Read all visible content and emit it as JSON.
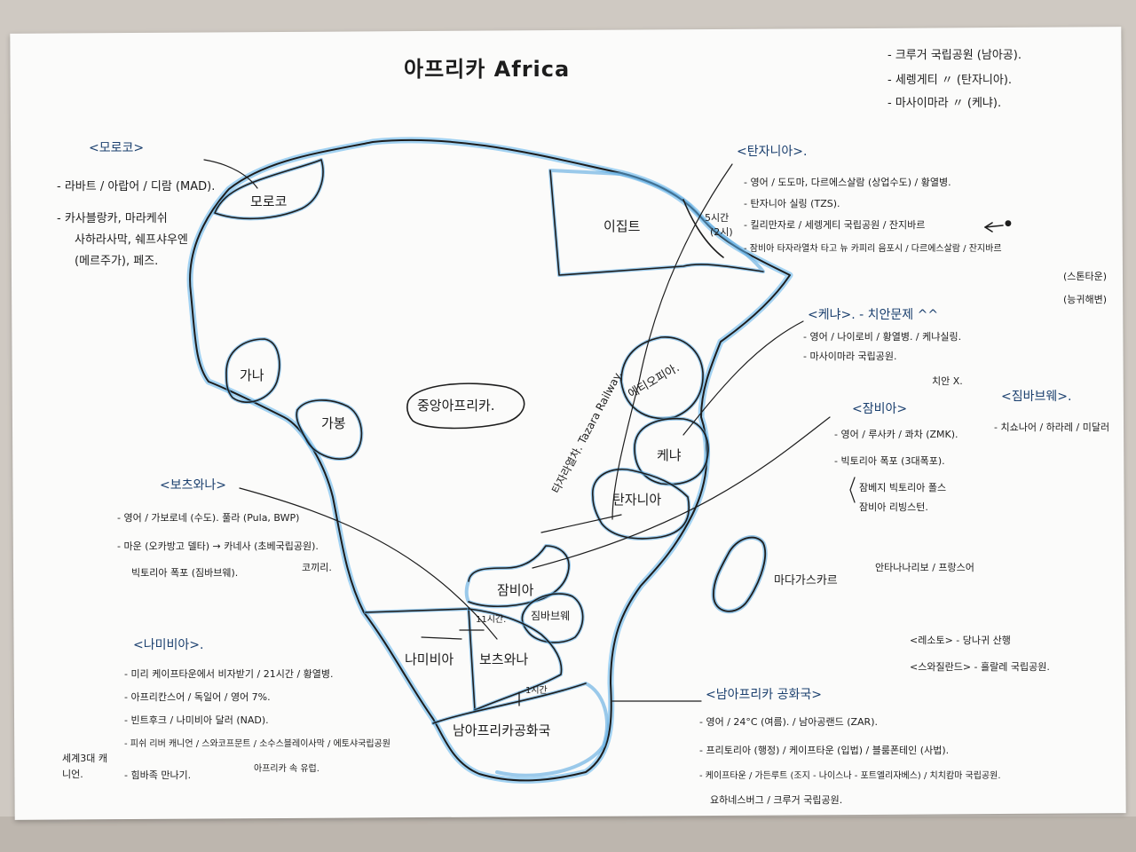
{
  "title": "아프리카 Africa",
  "parks": [
    "- 크루거 국립공원 (남아공).",
    "- 세렝게티 〃 (탄자니아).",
    "- 마사이마라 〃 (케냐)."
  ],
  "morocco": {
    "heading": "<모로코>",
    "lines": [
      "- 라바트 / 아랍어 / 디람 (MAD).",
      "- 카사블랑카, 마라케쉬",
      "사하라사막, 쉐프샤우엔",
      "(메르주가), 페즈."
    ]
  },
  "tanzania": {
    "heading": "<탄자니아>.",
    "lines": [
      "- 영어 / 도도마, 다르에스살람 (상업수도) / 황열병.",
      "- 탄자니아 실링 (TZS).",
      "- 킬리만자로 / 세렝게티 국립공원 / 잔지바르",
      "- 잠비아 타자라열차 타고 뉴 카피리 음포시 / 다르에스살람 / 잔지바르",
      "(스톤타운)",
      "(능귀해변)"
    ],
    "arrow_mark": "●",
    "flight": "5시간",
    "flight2": "(2시)"
  },
  "kenya": {
    "heading": "<케냐>. - 치안문제 ^^",
    "lines": [
      "- 영어 / 나이로비 / 황열병. / 케냐실링.",
      "- 마사이마라 국립공원."
    ]
  },
  "zambia": {
    "heading": "<잠비아>",
    "note": "치안 X.",
    "lines": [
      "- 영어 / 루사카 / 콰차 (ZMK).",
      "- 빅토리아 폭포 (3대폭포).",
      "잠베지 빅토리아 폴스",
      "잠비아 리빙스턴."
    ]
  },
  "zimbabwe": {
    "heading": "<짐바브웨>.",
    "lines": [
      "- 치쇼나어 / 하라레 / 미달러"
    ]
  },
  "botswana": {
    "heading": "<보츠와나>",
    "lines": [
      "- 영어 / 가보로네 (수도). 풀라 (Pula, BWP)",
      "- 마운 (오카방고 델타) → 카네사 (초베국립공원).",
      "코끼리.",
      "빅토리아 폭포 (짐바브웨)."
    ]
  },
  "namibia": {
    "heading": "<나미비아>.",
    "lines": [
      "- 미리 케이프타운에서 비자받기 / 21시간 / 황열병.",
      "- 아프리칸스어 / 독일어 / 영어 7%.",
      "- 빈트후크 / 나미비아 달러 (NAD).",
      "- 피쉬 리버 캐니언 / 스와코프문트 / 소수스블레이사막 / 에토샤국립공원",
      "- 힘바족 만나기."
    ],
    "side_note": "세계3대 캐니언.",
    "sub_note": "아프리카 속 유럽."
  },
  "southafrica": {
    "heading": "<남아프리카 공화국>",
    "lines": [
      "- 영어 / 24°C (여름). / 남아공랜드 (ZAR).",
      "- 프리토리아 (행정) / 케이프타운 (입법) / 블룸폰테인 (사법).",
      "- 케이프타운 / 가든루트 (조지 - 나이스나 - 포트엘리자베스) / 치치캄마 국립공원.",
      "요하네스버그 / 크루거 국립공원."
    ]
  },
  "madagascar": {
    "label": "마다가스카르",
    "info": "안타나나리보 / 프랑스어"
  },
  "lesotho": "<레소토> - 당나귀 산행",
  "swaziland": "<스와질란드> - 흘랄레 국립공원.",
  "map_labels": {
    "morocco": "모로코",
    "egypt": "이집트",
    "ghana": "가나",
    "gabon": "가봉",
    "central": "중앙아프리카.",
    "ethiopia": "에티오피아.",
    "kenya": "케냐",
    "tanzania": "탄자니아",
    "zambia": "잠비아",
    "zimbabwe": "짐바브웨",
    "namibia": "나미비아",
    "botswana": "보츠와나",
    "southafrica": "남아프리카공화국",
    "railway": "타자라열차. Tazara Railway.",
    "t11": "11시간.",
    "t1": "1시간"
  },
  "colors": {
    "ink": "#1d1d1d",
    "highlight": "#5aa8df",
    "paper": "#fbfbfa"
  }
}
